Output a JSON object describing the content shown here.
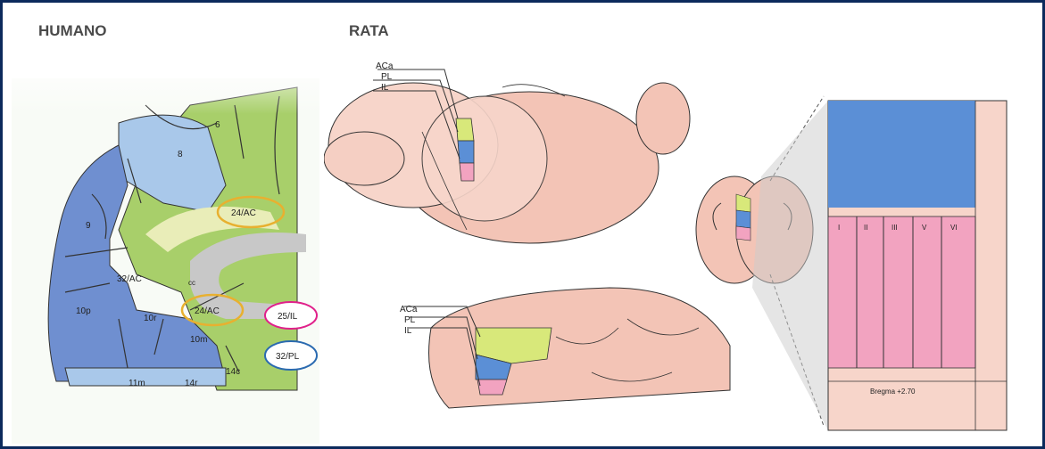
{
  "human": {
    "title": "HUMANO",
    "areas": {
      "a6": "6",
      "a8": "8",
      "a9": "9",
      "a24ac_top": "24/AC",
      "a32ac": "32/AC",
      "cc": "cc",
      "a10p": "10p",
      "a10r": "10r",
      "a24ac_low": "24/AC",
      "a10m": "10m",
      "a25il": "25/IL",
      "a32pl": "32/PL",
      "a11m": "11m",
      "a14r": "14r",
      "a14c": "14c"
    }
  },
  "rat": {
    "title": "RATA",
    "top_labels": {
      "aca": "ACa",
      "pl": "PL",
      "il": "IL"
    },
    "sag_labels": {
      "aca": "ACa",
      "pl": "PL",
      "il": "IL"
    },
    "layers": [
      "I",
      "II",
      "III",
      "V",
      "VI"
    ],
    "bregma": "Bregma +2.70"
  },
  "colors": {
    "border": "#0c2a5c",
    "ac_region": "#d8e87a",
    "pl_region": "#5b8fd6",
    "il_region": "#f2a3c0",
    "human_green": "#a8cf6a",
    "human_blue": "#6f8fd0",
    "human_lightblue": "#a9c8ea",
    "ring_orange": "#e8b030",
    "ring_magenta": "#e0208a",
    "ring_blue": "#2a6ab0"
  }
}
